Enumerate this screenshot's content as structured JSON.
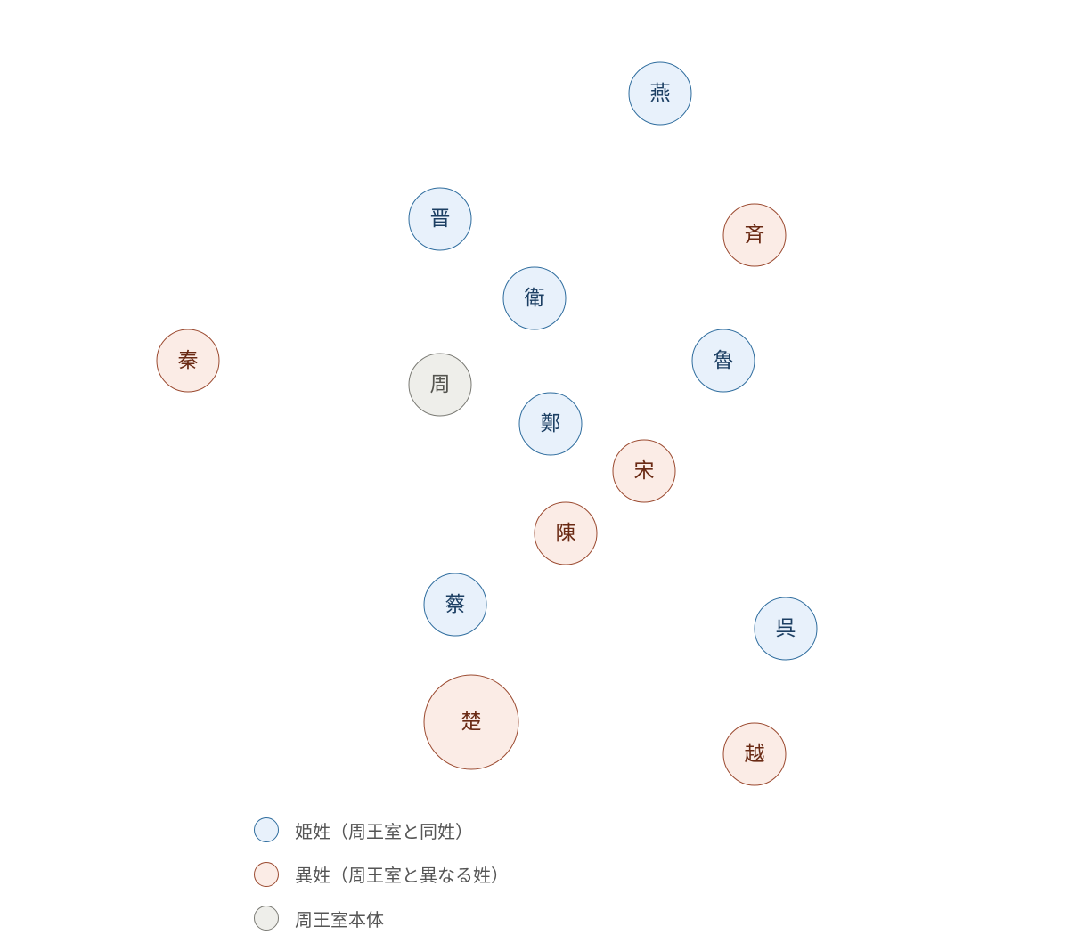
{
  "colors": {
    "ji": {
      "fill": "#e8f1fb",
      "stroke": "#2f6d9e",
      "text": "#1c3f63"
    },
    "yi": {
      "fill": "#fbece6",
      "stroke": "#9b4a30",
      "text": "#6a2a14"
    },
    "royal": {
      "fill": "#eeeeea",
      "stroke": "#7a7a74",
      "text": "#555550"
    }
  },
  "nodes": [
    {
      "id": "yan",
      "label": "燕",
      "group": "ji"
    },
    {
      "id": "jin",
      "label": "晋",
      "group": "ji"
    },
    {
      "id": "qi",
      "label": "斉",
      "group": "yi"
    },
    {
      "id": "wei",
      "label": "衛",
      "group": "ji"
    },
    {
      "id": "qin",
      "label": "秦",
      "group": "yi"
    },
    {
      "id": "lu",
      "label": "魯",
      "group": "ji"
    },
    {
      "id": "zhou",
      "label": "周",
      "group": "royal"
    },
    {
      "id": "zheng",
      "label": "鄭",
      "group": "ji"
    },
    {
      "id": "song",
      "label": "宋",
      "group": "yi"
    },
    {
      "id": "chen",
      "label": "陳",
      "group": "yi"
    },
    {
      "id": "cai",
      "label": "蔡",
      "group": "ji"
    },
    {
      "id": "wu",
      "label": "呉",
      "group": "ji"
    },
    {
      "id": "chu",
      "label": "楚",
      "group": "yi"
    },
    {
      "id": "yue",
      "label": "越",
      "group": "yi"
    }
  ],
  "legend": [
    {
      "group": "ji",
      "label": "姫姓（周王室と同姓）"
    },
    {
      "group": "yi",
      "label": "異姓（周王室と異なる姓）"
    },
    {
      "group": "royal",
      "label": "周王室本体"
    }
  ]
}
